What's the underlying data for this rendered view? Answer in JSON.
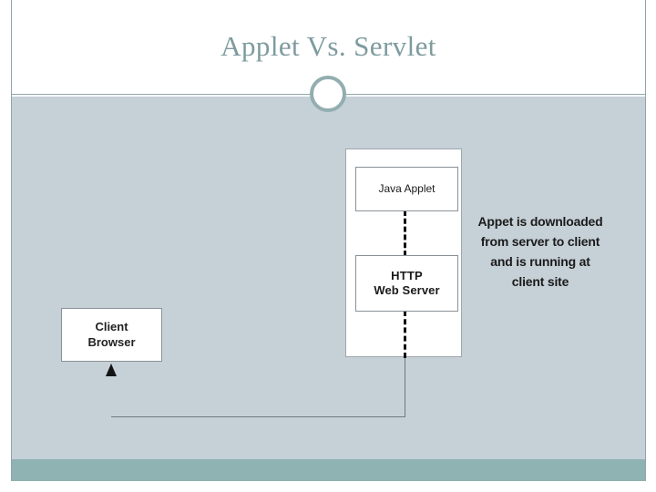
{
  "slide": {
    "title": "Applet Vs. Servlet",
    "colors": {
      "title_text": "#7e9b9e",
      "body_background": "#c6d0d7",
      "footer_band": "#8fb2b2",
      "rule": "#8fa4ab",
      "ring_border": "#93adb0",
      "diagram_text": "#1a1a1a",
      "connector": "#6f7b80"
    },
    "decorations": {
      "ring_icon": "circle-ring-icon",
      "divider": "horizontal-rule"
    }
  },
  "diagram": {
    "server_container_label": "",
    "nodes": {
      "applet": {
        "label": "Java Applet"
      },
      "web_server": {
        "line1": "HTTP",
        "line2": "Web Server"
      },
      "client": {
        "line1": "Client",
        "line2": "Browser"
      }
    },
    "connectors": {
      "dashed_link": "dashed-vertical-link",
      "client_arrow": "up-arrow-icon"
    }
  },
  "annotation": {
    "lines": [
      "Appet is downloaded",
      "from server to client",
      "and is running at",
      "client site"
    ]
  }
}
